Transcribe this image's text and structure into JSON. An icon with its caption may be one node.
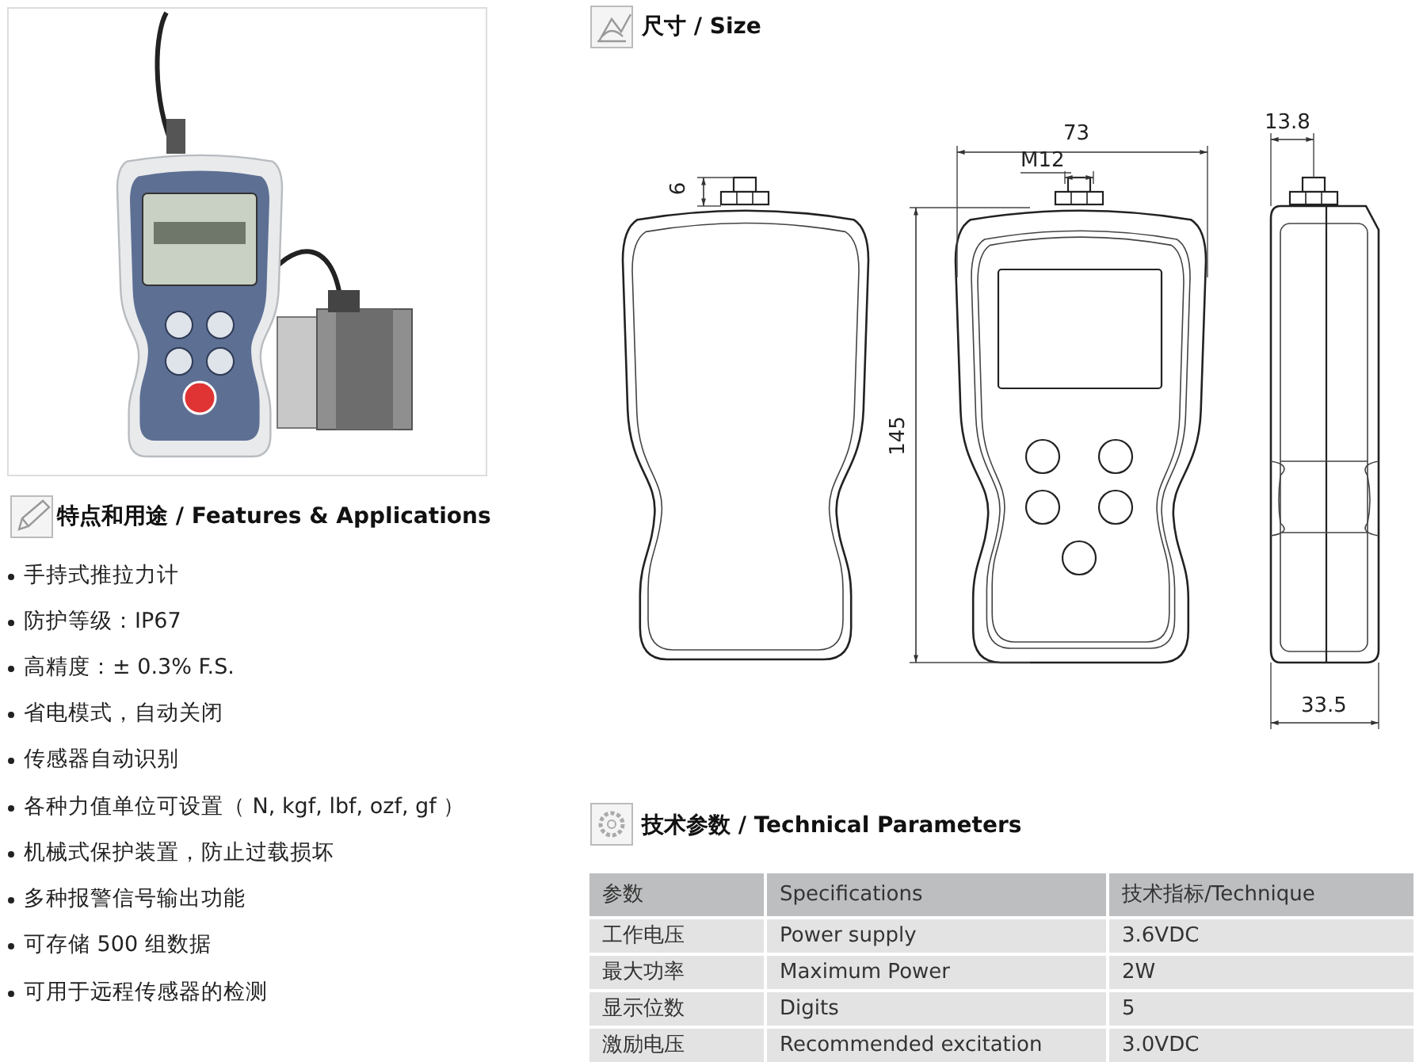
{
  "diagram": {
    "labels": [
      "特点和用途 / Features & Applications",
      "手持式推拉力计",
      "防护等级：IP67",
      "高精度：± 0.3% F.S.",
      "省电模式，自动关闭",
      "传感器自动识别",
      "各种力值单位可设置（ N, kgf, lbf, ozf, gf ）",
      "机械式保护装置，防止过载损坏",
      "多种报警信号输出功能",
      "可存储 500 组数据",
      "可用于远程传感器的检测",
      "尺寸 / Size",
      "6",
      "73",
      "M12",
      "13.8",
      "145",
      "33.5",
      "技术参数 / Technical Parameters",
      "参数",
      "Specifications",
      "技术指标/Technique",
      "工作电压",
      "Power supply",
      "3.6VDC",
      "最大功率",
      "Maximum Power",
      "2W",
      "显示位数",
      "Digits",
      "5",
      "激励电压",
      "Recommended excitation",
      "3.0VDC"
    ]
  }
}
